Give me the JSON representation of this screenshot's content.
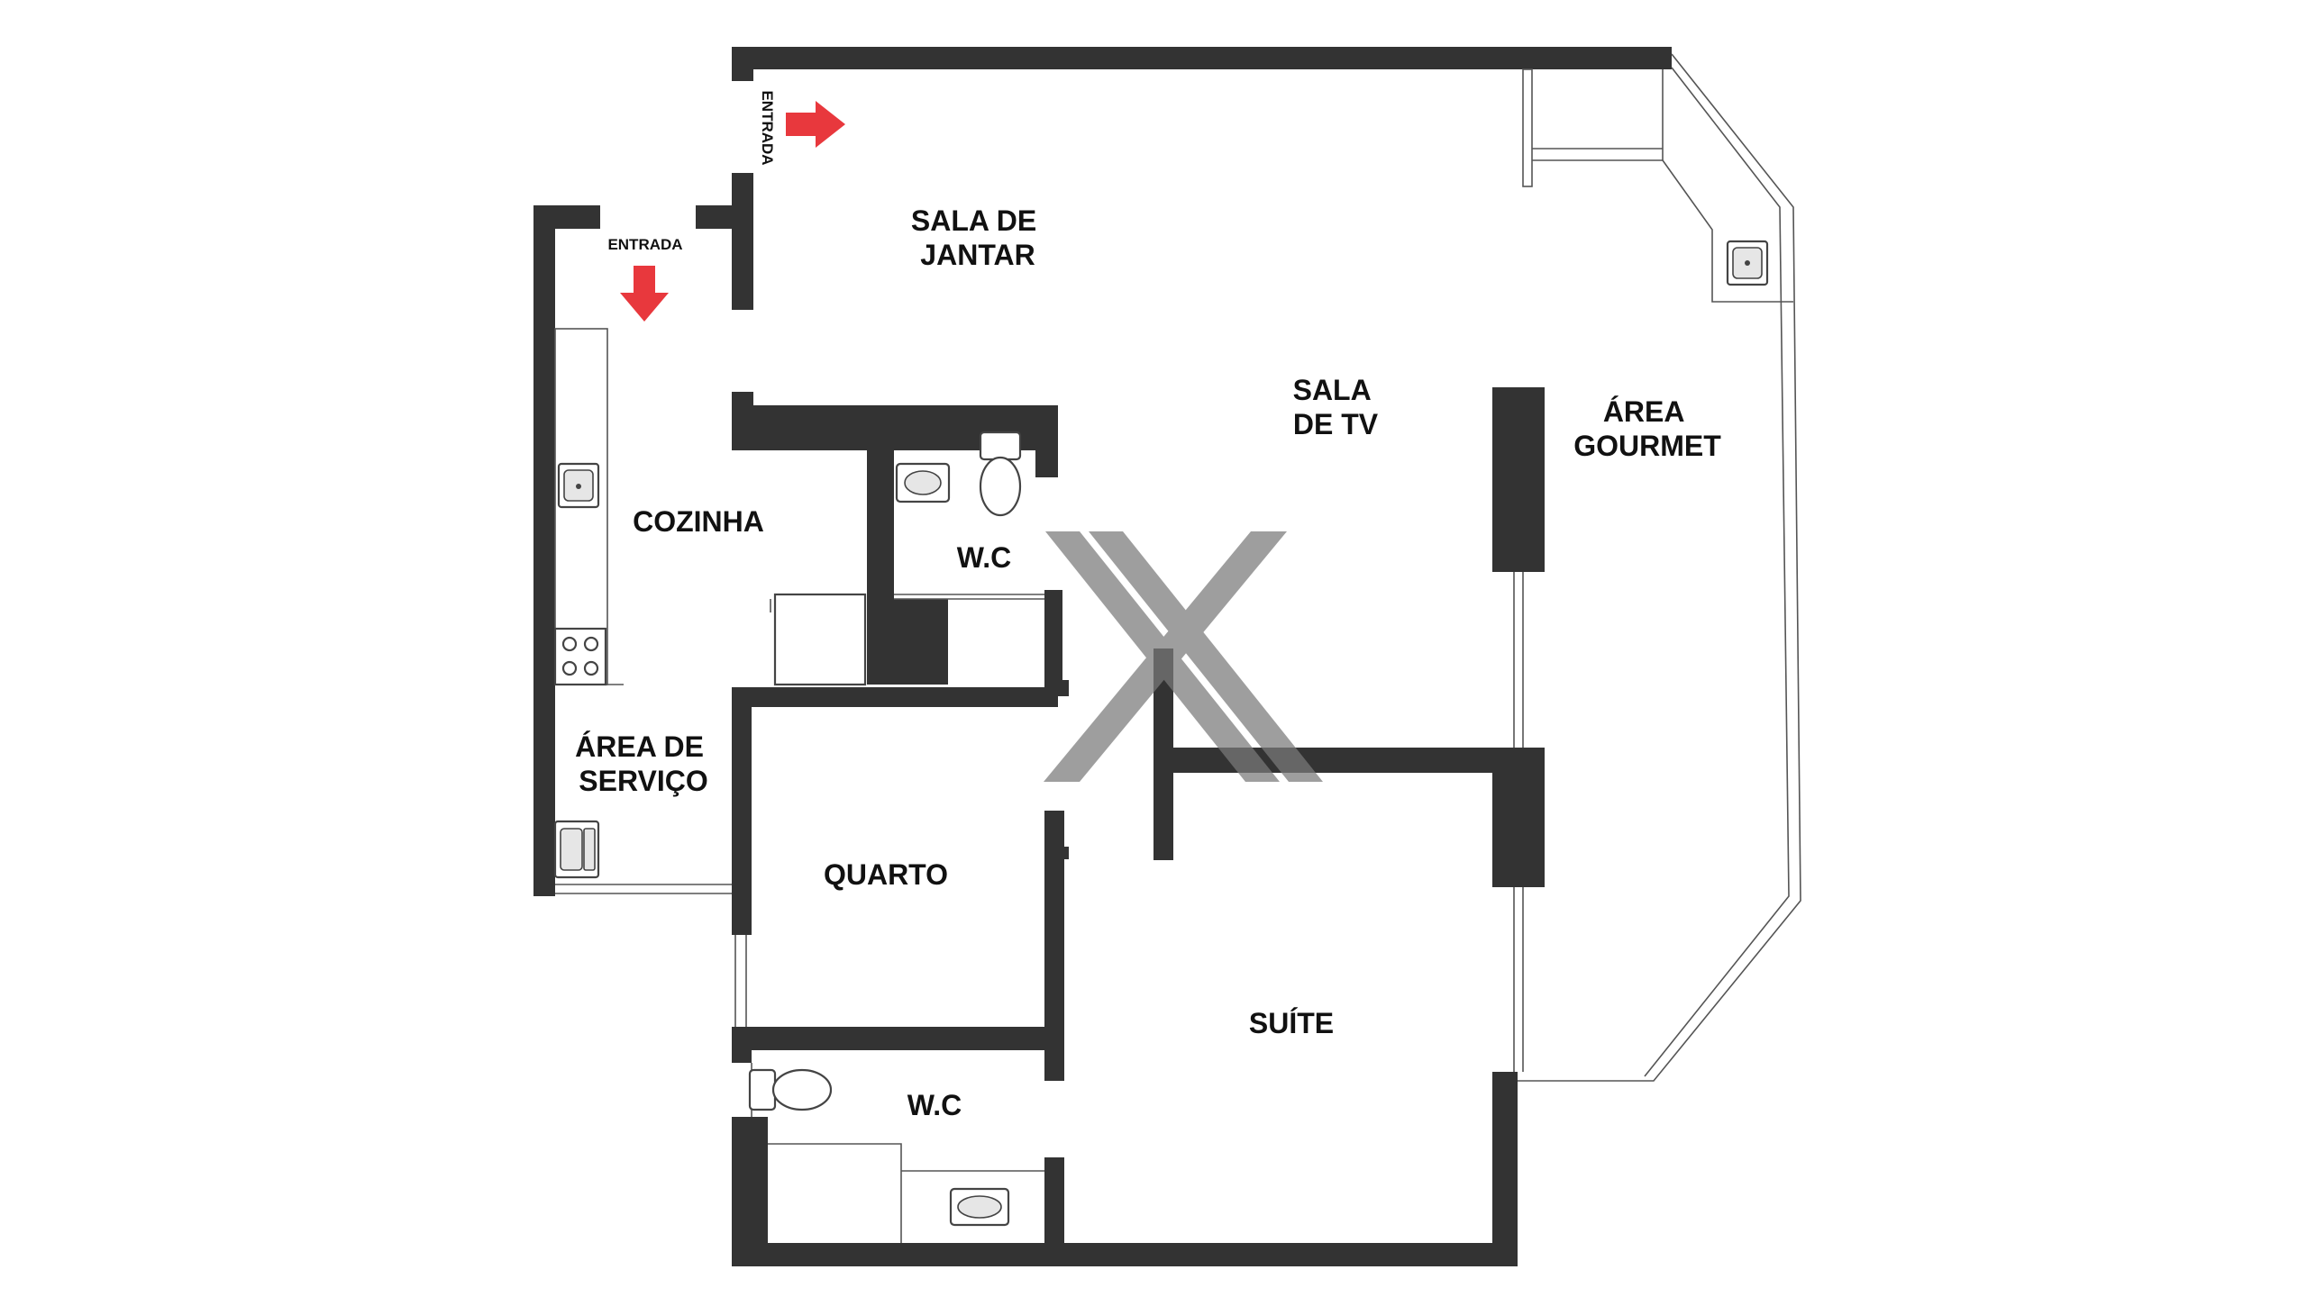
{
  "colors": {
    "wall": "#333333",
    "arrow": "#e8383d",
    "logo": "#7a7a7a"
  },
  "entrances": [
    {
      "label": "ENTRADA",
      "icon": "arrow-right-icon"
    },
    {
      "label": "ENTRADA",
      "icon": "arrow-down-icon"
    }
  ],
  "rooms": {
    "sala_jantar": [
      "SALA DE",
      "JANTAR"
    ],
    "sala_tv": [
      "SALA",
      "DE TV"
    ],
    "area_gourmet": [
      "ÁREA",
      "GOURMET"
    ],
    "cozinha": [
      "COZINHA"
    ],
    "wc_top": [
      "W.C"
    ],
    "area_servico": [
      "ÁREA DE",
      "SERVIÇO"
    ],
    "quarto": [
      "QUARTO"
    ],
    "suite": [
      "SUÍTE"
    ],
    "wc_bottom": [
      "W.C"
    ]
  },
  "watermark": {
    "icon": "x-logo-icon"
  }
}
